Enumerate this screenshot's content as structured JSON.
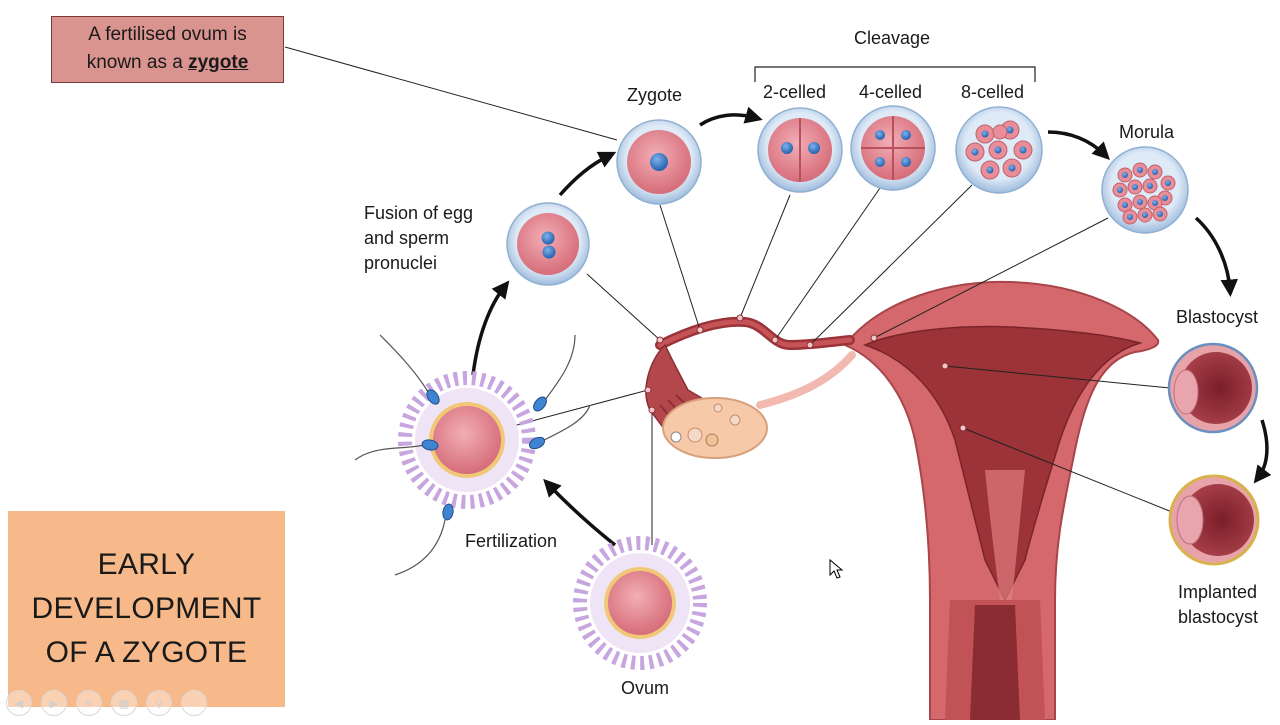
{
  "callout": {
    "line1": "A fertilised ovum is",
    "line2": "known as a ",
    "bold": "zygote"
  },
  "title": {
    "line1": "EARLY",
    "line2": "DEVELOPMENT",
    "line3": "OF A ZYGOTE"
  },
  "labels": {
    "cleavage": "Cleavage",
    "zygote": "Zygote",
    "two_celled": "2-celled",
    "four_celled": "4-celled",
    "eight_celled": "8-celled",
    "morula": "Morula",
    "fusion_1": "Fusion of egg",
    "fusion_2": "and sperm",
    "fusion_3": "pronuclei",
    "blastocyst": "Blastocyst",
    "fertilization": "Fertilization",
    "ovum": "Ovum",
    "implanted_1": "Implanted",
    "implanted_2": "blastocyst"
  },
  "nav_icons": [
    "previous-icon",
    "next-icon",
    "pen-icon",
    "slides-icon",
    "zoom-icon",
    "more-icon"
  ],
  "colors": {
    "callout_bg": "#d9948f",
    "title_bg": "#f7b98a",
    "cell_fill": "#e58a95",
    "cell_ring": "#c9dcf0",
    "nucleus": "#3f84d1",
    "uterus": "#c8585a",
    "uterus_dark": "#8c2e31"
  }
}
